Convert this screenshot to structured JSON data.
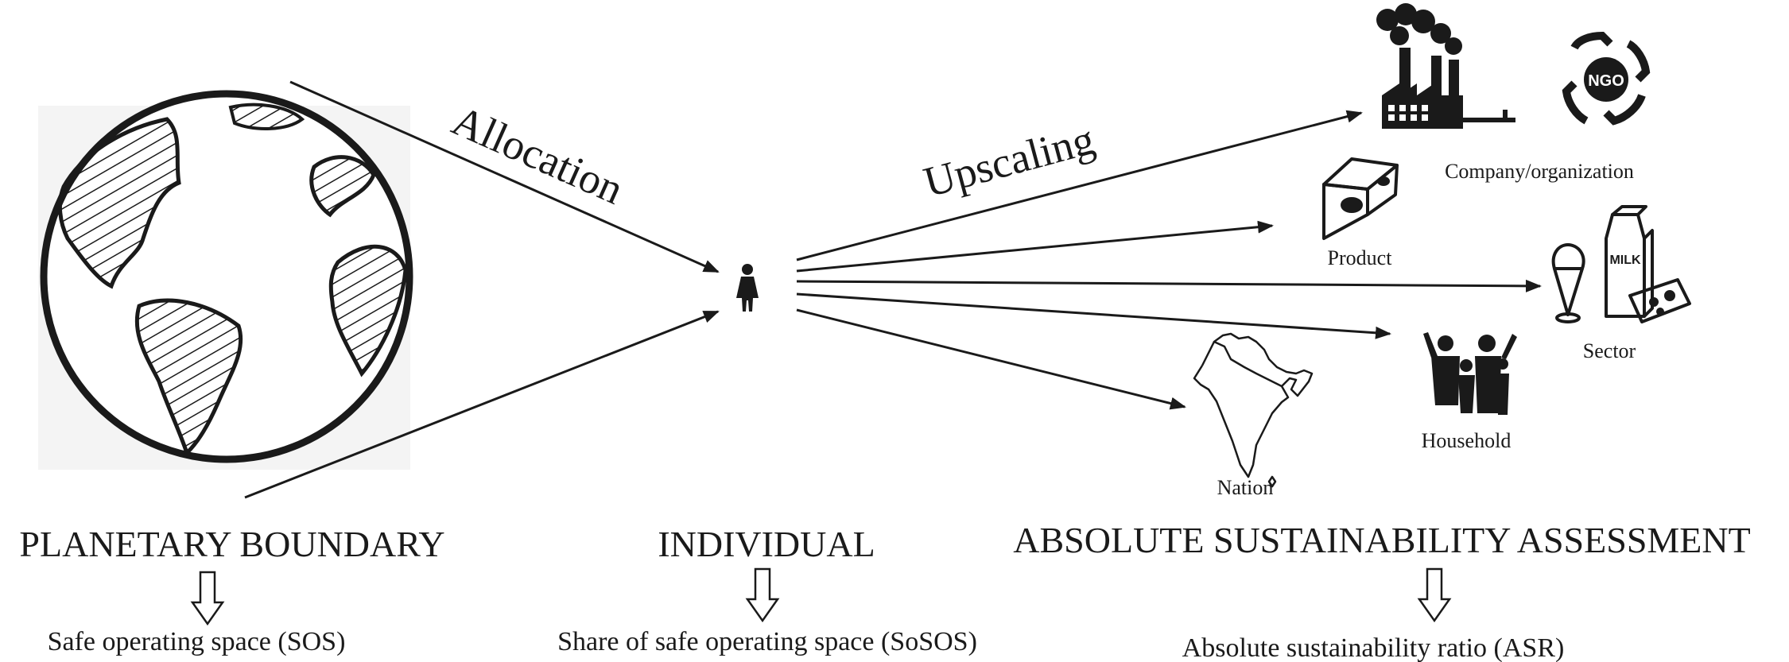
{
  "arrows": {
    "allocation": "Allocation",
    "upscaling": "Upscaling"
  },
  "icons": {
    "ngo_badge": "NGO",
    "milk_text": "MILK"
  },
  "targets": {
    "company": "Company/organization",
    "product": "Product",
    "sector": "Sector",
    "household": "Household",
    "nation": "Nation"
  },
  "columns": {
    "planetary": {
      "heading": "PLANETARY BOUNDARY",
      "result": "Safe operating space (SOS)"
    },
    "individual": {
      "heading": "INDIVIDUAL",
      "result": "Share of safe operating space (SoSOS)"
    },
    "assessment": {
      "heading": "ABSOLUTE SUSTAINABILITY ASSESSMENT",
      "result": "Absolute sustainability ratio (ASR)"
    }
  },
  "colors": {
    "ink": "#1a1a1a",
    "background": "#ffffff",
    "globe_shadow": "#f4f4f4"
  }
}
